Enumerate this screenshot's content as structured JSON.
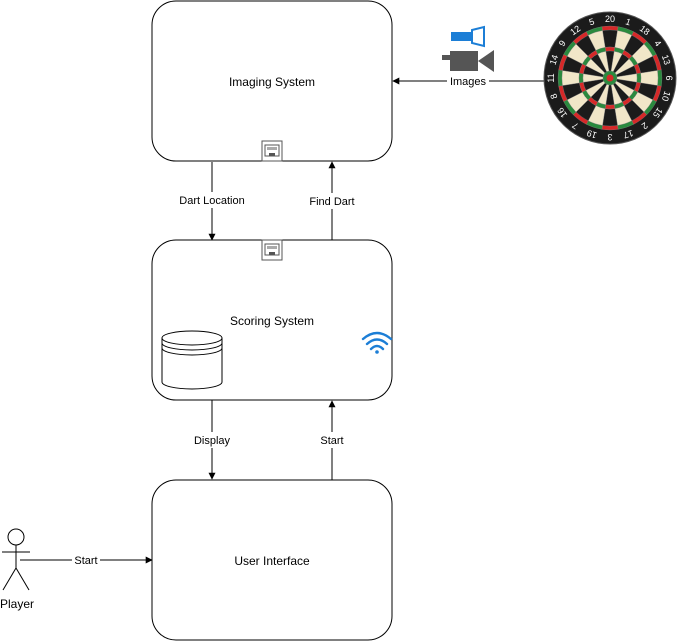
{
  "nodes": {
    "imaging": {
      "label": "Imaging System"
    },
    "scoring": {
      "label": "Scoring System"
    },
    "ui": {
      "label": "User Interface"
    },
    "player": {
      "label": "Player"
    }
  },
  "edges": {
    "images": "Images",
    "dart_location": "Dart Location",
    "find_dart": "Find Dart",
    "display": "Display",
    "start_up": "Start",
    "start_player": "Start"
  },
  "dartboard": {
    "numbers": [
      "20",
      "1",
      "18",
      "4",
      "13",
      "6",
      "10",
      "15",
      "2",
      "17",
      "3",
      "19",
      "7",
      "16",
      "8",
      "11",
      "14",
      "9",
      "12",
      "5"
    ]
  },
  "icons": [
    "ethernet-port-icon",
    "database-icon",
    "wifi-icon",
    "flashlight-icon",
    "video-camera-icon",
    "dartboard-icon",
    "stick-figure-icon"
  ],
  "colors": {
    "stroke": "#000000",
    "icon_blue": "#1c7ed6",
    "board_black": "#1b1b1b",
    "board_cream": "#f1e6c8",
    "board_red": "#d62828",
    "board_green": "#2a8a3e"
  }
}
